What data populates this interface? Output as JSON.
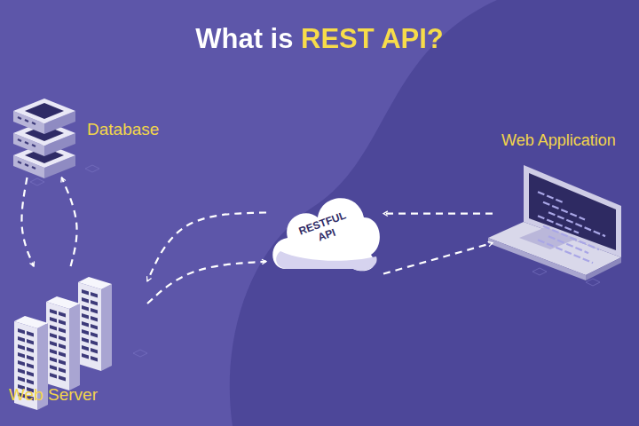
{
  "diagram": {
    "title": "What is REST API?",
    "nodes": [
      {
        "text": [
          "Database"
        ]
      },
      {
        "text": [
          "Web Server"
        ]
      },
      {
        "text": [
          "RESTFUL API"
        ]
      },
      {
        "text": [
          "Web Application"
        ]
      }
    ],
    "edges": [
      {
        "from": 0,
        "to": 1,
        "arrow": "to"
      },
      {
        "from": 1,
        "to": 0,
        "arrow": "to"
      },
      {
        "from": 2,
        "to": 1,
        "arrow": "to"
      },
      {
        "from": 1,
        "to": 2,
        "arrow": "to"
      },
      {
        "from": 3,
        "to": 2,
        "arrow": "to"
      },
      {
        "from": 2,
        "to": 3,
        "arrow": "to"
      }
    ]
  }
}
